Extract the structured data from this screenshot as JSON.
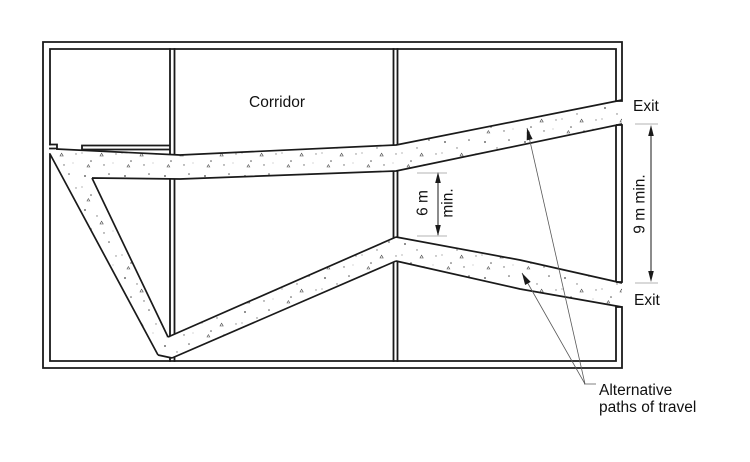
{
  "diagram": {
    "type": "egress-floor-plan",
    "labels": {
      "corridor": "Corridor",
      "exit_top": "Exit",
      "exit_bottom": "Exit",
      "alt_paths_line1": "Alternative",
      "alt_paths_line2": "paths of travel"
    },
    "dimensions": {
      "separation_mid_line1": "6 m",
      "separation_mid_line2": "min.",
      "separation_exits": "9 m min."
    },
    "colors": {
      "wall_line": "#1a1a1a",
      "path_edge_line": "#1a1a1a",
      "extension_line": "#b3b3b3",
      "leader_line": "#595959",
      "text": "#111111",
      "background": "#ffffff"
    }
  }
}
